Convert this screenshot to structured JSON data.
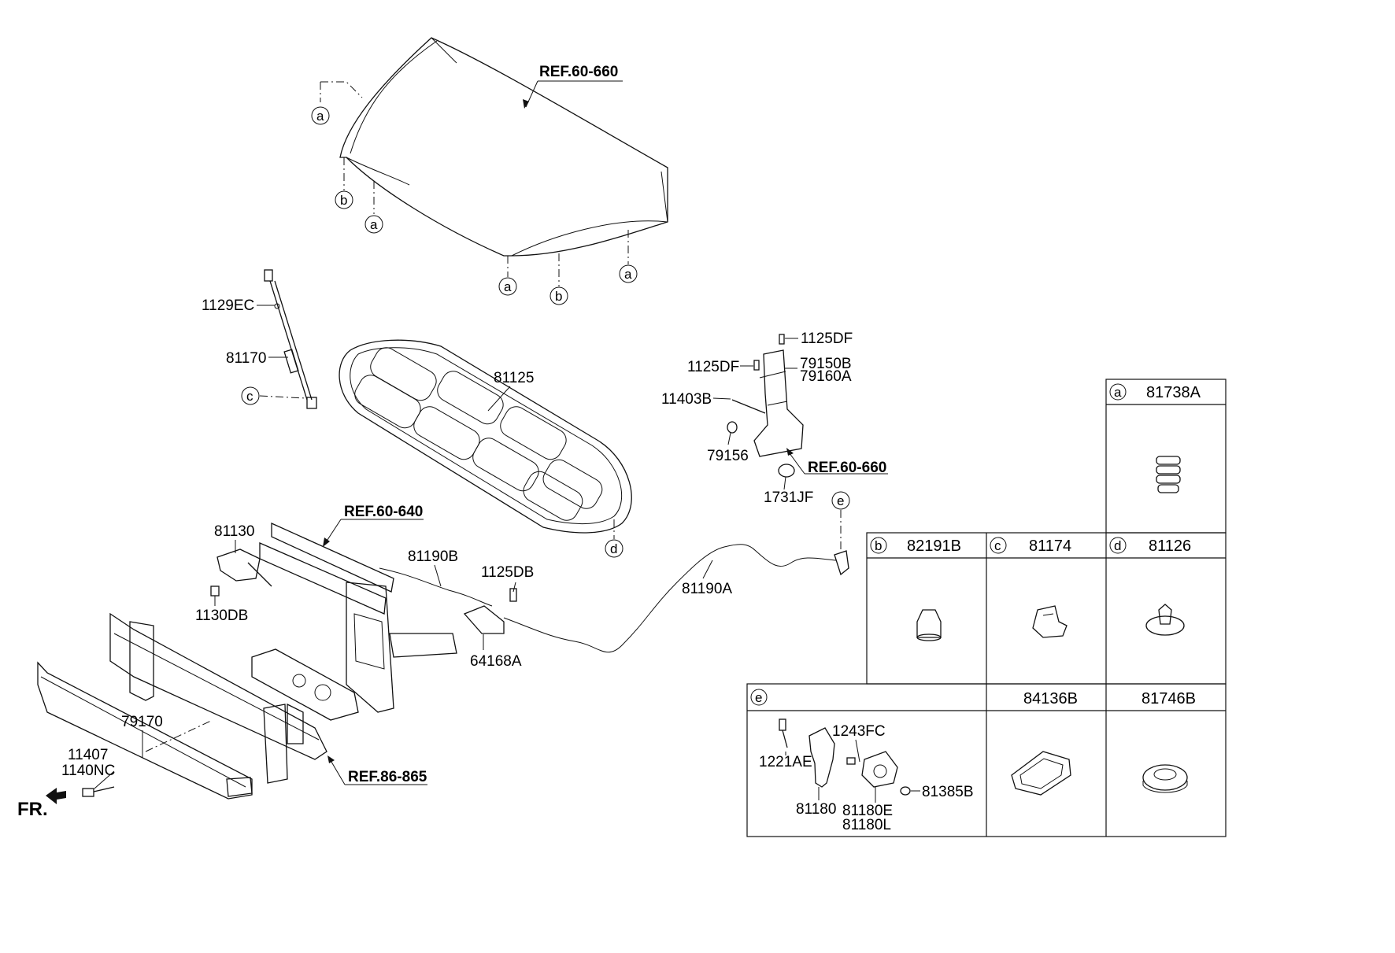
{
  "callouts": {
    "ref_hood": "REF.60-660",
    "ref_latch": "REF.60-660",
    "ref_carrier": "REF.60-640",
    "ref_bumper": "REF.86-865",
    "p1129EC": "1129EC",
    "p81170": "81170",
    "p81125": "81125",
    "p1125DF_a": "1125DF",
    "p1125DF_b": "1125DF",
    "p79150B": "79150B",
    "p79160A": "79160A",
    "p11403B": "11403B",
    "p79156": "79156",
    "p1731JF": "1731JF",
    "p81130": "81130",
    "p1130DB": "1130DB",
    "p81190B": "81190B",
    "p1125DB": "1125DB",
    "p64168A": "64168A",
    "p81190A": "81190A",
    "p79170": "79170",
    "p11407": "11407",
    "p1140NC": "1140NC",
    "fr": "FR."
  },
  "markers": {
    "a": "a",
    "b": "b",
    "c": "c",
    "d": "d",
    "e": "e"
  },
  "table": {
    "a_code": "81738A",
    "b_code": "82191B",
    "c_code": "81174",
    "d_code": "81126",
    "e_cell": {
      "p1221AE": "1221AE",
      "p1243FC": "1243FC",
      "p81180": "81180",
      "p81180E": "81180E",
      "p81180L": "81180L",
      "p81385B": "81385B"
    },
    "code_84136B": "84136B",
    "code_81746B": "81746B"
  }
}
